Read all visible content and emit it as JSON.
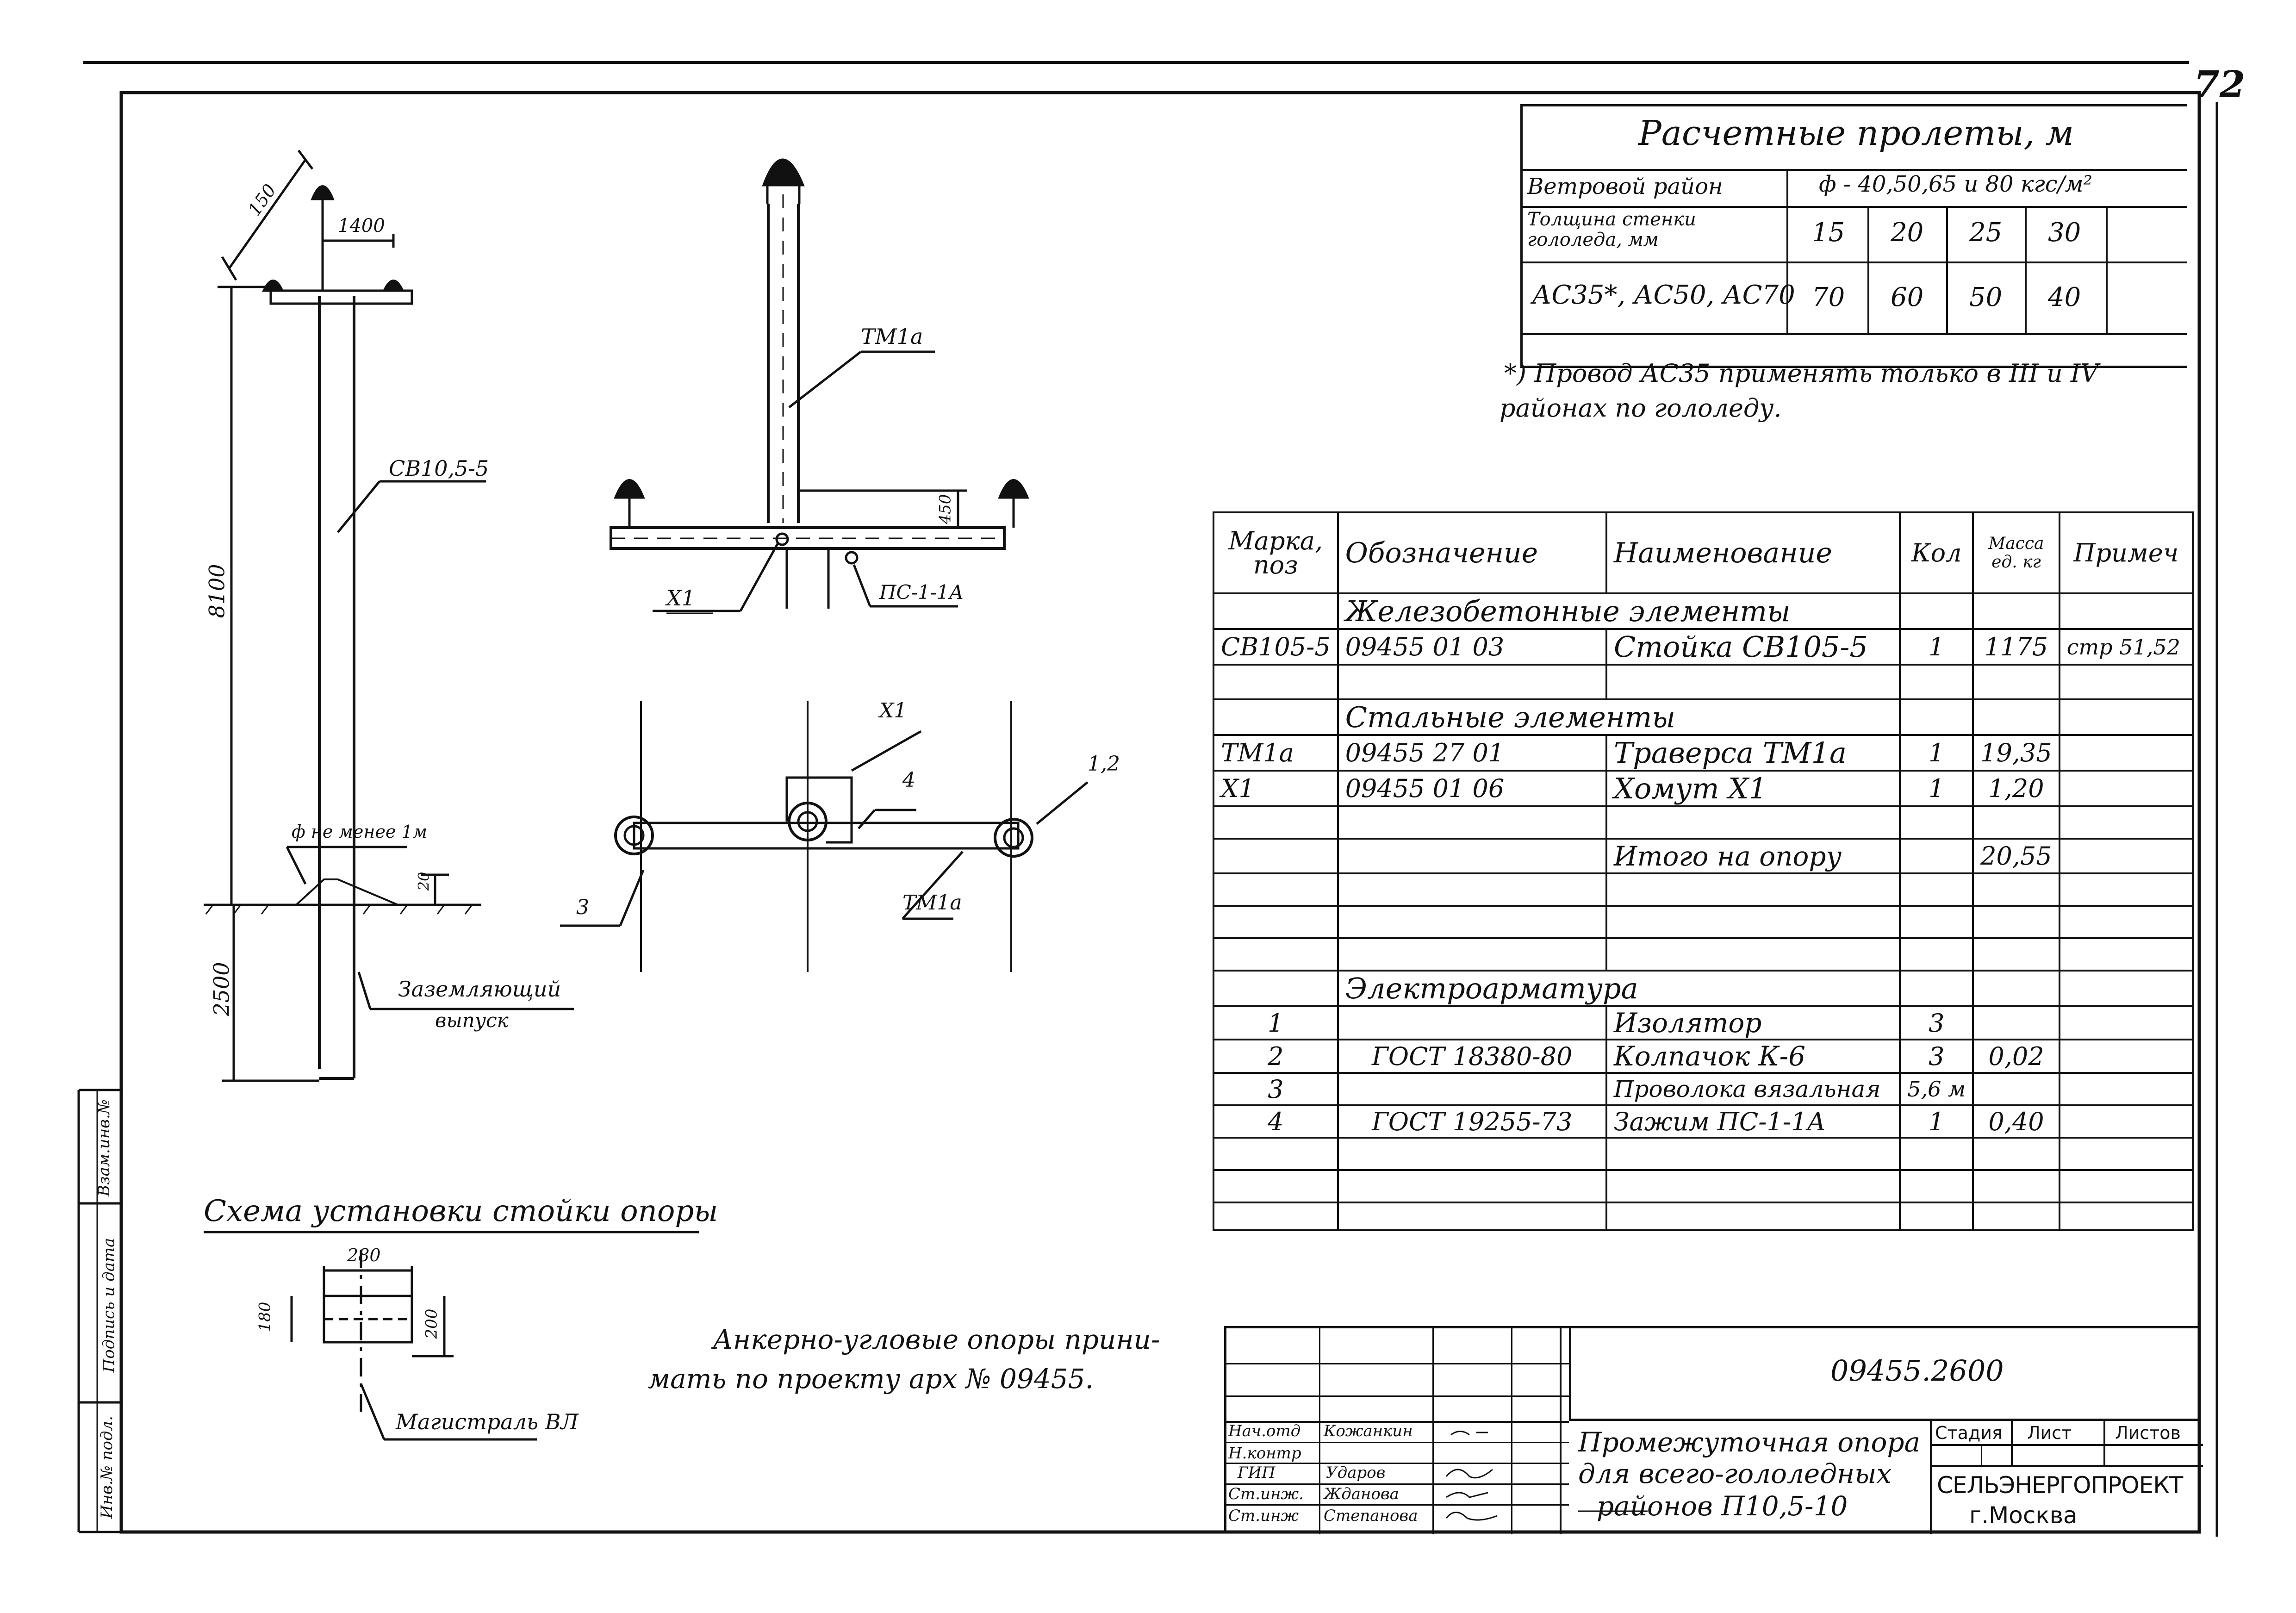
{
  "page_number": "72",
  "span_table": {
    "title": "Расчетные пролеты, м",
    "wind_label": "Ветровой район",
    "wind_value": "ф - 40,50,65 и 80 кгс/м²",
    "ice_label": "Толщина стенки гололеда, мм",
    "ice_values": [
      "15",
      "20",
      "25",
      "30"
    ],
    "wire_label": "АС35*, АС50, АС70",
    "span_values": [
      "70",
      "60",
      "50",
      "40"
    ]
  },
  "footnote": {
    "line1": "*) Провод АС35 применять только в III и IV",
    "line2": "районах по гололеду."
  },
  "spec_table": {
    "headers": [
      "Марка, поз",
      "Обозначение",
      "Наименование",
      "Кол",
      "Масса ед. кг",
      "Примеч"
    ],
    "sections": {
      "concrete": "Железобетонные элементы",
      "steel": "Стальные элементы",
      "electrical": "Электроарматура"
    },
    "rows": {
      "r1": [
        "СВ105-5",
        "09455 01 03",
        "Стойка СВ105-5",
        "1",
        "1175",
        "стр 51,52"
      ],
      "r2": [
        "ТМ1а",
        "09455 27 01",
        "Траверса ТМ1а",
        "1",
        "19,35",
        ""
      ],
      "r3": [
        "Х1",
        "09455 01 06",
        "Хомут Х1",
        "1",
        "1,20",
        ""
      ],
      "total": [
        "",
        "",
        "Итого на опору",
        "",
        "20,55",
        ""
      ],
      "e1": [
        "1",
        "",
        "Изолятор",
        "3",
        "",
        ""
      ],
      "e2": [
        "2",
        "ГОСТ 18380-80",
        "Колпачок К-6",
        "3",
        "0,02",
        ""
      ],
      "e3": [
        "3",
        "",
        "Проволока вязальная",
        "5,6 м",
        "",
        ""
      ],
      "e4": [
        "4",
        "ГОСТ 19255-73",
        "Зажим ПС-1-1А",
        "1",
        "0,40",
        ""
      ]
    }
  },
  "title_block": {
    "doc_number": "09455.2600",
    "title_line1": "Промежуточная опора",
    "title_line2": "для всего-гололедных",
    "title_line3": "районов П10,5-10",
    "stage_label": "Стадия",
    "sheet_label": "Лист",
    "sheets_label": "Листов",
    "org_name": "СЕЛЬЭНЕРГОПРОЕКТ",
    "city": "г.Москва",
    "roles": [
      "Нач.отд",
      "Н.контр",
      "ГИП",
      "Ст.инж.",
      "Ст.инж"
    ],
    "names": [
      "Кожанкин",
      "",
      "Ударов",
      "Жданова",
      "Степанова"
    ]
  },
  "side_stamp": [
    "Инв.№ подл.",
    "Подпись и дата",
    "Взам.инв.№"
  ],
  "drawing_labels": {
    "dim_1400": "1400",
    "dim_150": "150",
    "dim_8100": "8100",
    "dim_2500": "2500",
    "pole_label": "СВ10,5-5",
    "grounding_label1": "Заземляющий",
    "grounding_label2": "выпуск",
    "foundation_label": "ф не менее 1м",
    "dim_20": "20",
    "crossarm_label": "ТМ1а",
    "dim_450": "450",
    "clamp_label": "Х1",
    "wedge_label": "ПС-1-1А",
    "plan_x1": "Х1",
    "plan_4": "4",
    "plan_12": "1,2",
    "plan_3": "3",
    "plan_tm1a": "ТМ1а"
  },
  "install_scheme": {
    "title": "Схема установки стойки опоры",
    "dim_280": "280",
    "dim_180": "180",
    "dim_200": "200",
    "mainline_label": "Магистраль ВЛ"
  },
  "note": {
    "line1": "Анкерно-угловые опоры прини-",
    "line2": "мать по проекту арх № 09455."
  }
}
